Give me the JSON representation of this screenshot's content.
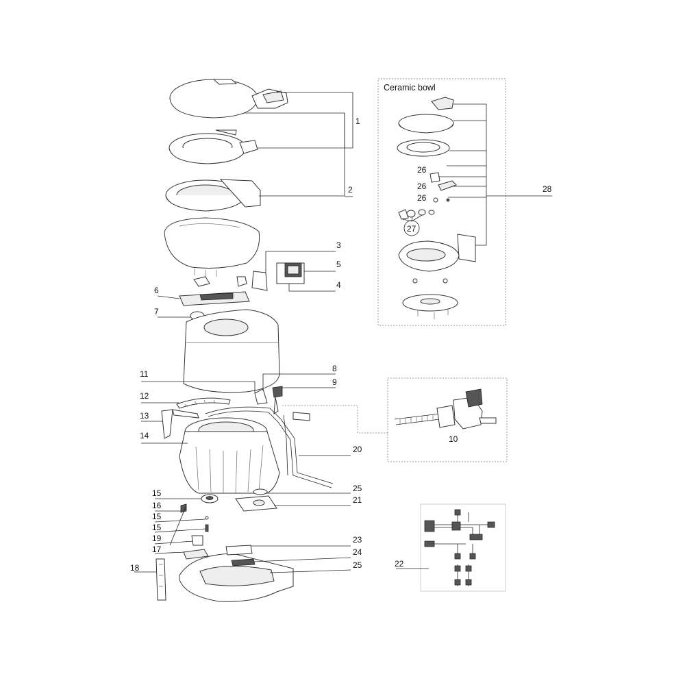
{
  "diagram": {
    "panels": {
      "ceramic": {
        "title": "Ceramic bowl"
      }
    },
    "labels": {
      "l1": "1",
      "l2": "2",
      "l3": "3",
      "l4": "4",
      "l5": "5",
      "l6": "6",
      "l7": "7",
      "l8": "8",
      "l9": "9",
      "l10": "10",
      "l11": "11",
      "l12": "12",
      "l13": "13",
      "l14": "14",
      "l15a": "15",
      "l15b": "15",
      "l15c": "15",
      "l16": "16",
      "l17": "17",
      "l18": "18",
      "l19": "19",
      "l20": "20",
      "l21": "21",
      "l22": "22",
      "l23": "23",
      "l24": "24",
      "l25a": "25",
      "l25b": "25",
      "l26a": "26",
      "l26b": "26",
      "l26c": "26",
      "l27": "27",
      "l28": "28"
    }
  }
}
